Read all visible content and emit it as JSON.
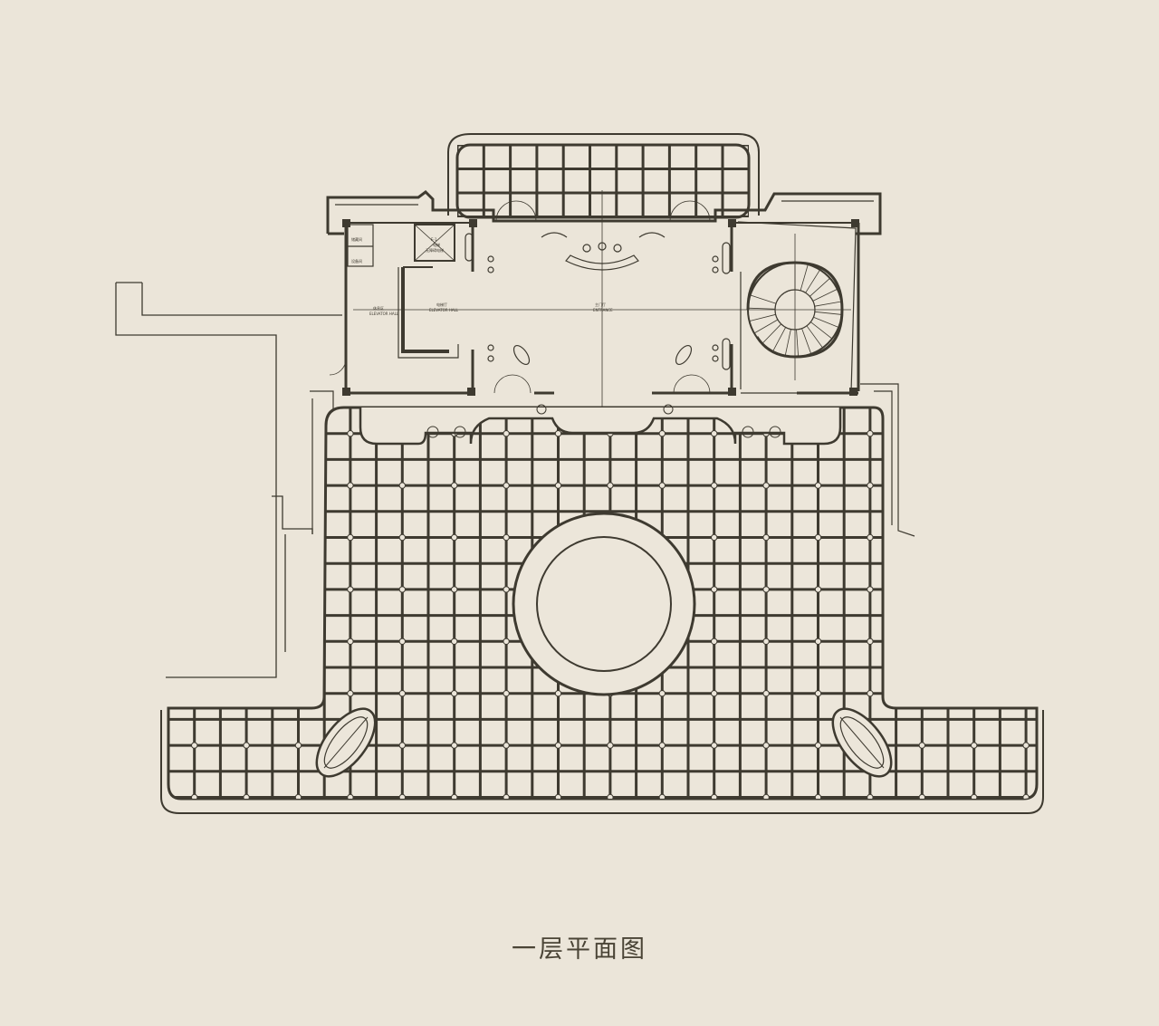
{
  "caption": "一层平面图",
  "colors": {
    "background": "#ebe5d9",
    "line": "#3e3a30",
    "grid_fill": "#ece6da"
  },
  "room_labels": {
    "left_room": "休息区",
    "left_room_sub": "ELEVATOR HALL",
    "stair_room": "电梯厅",
    "stair_room_sub": "ELEVATOR HALL",
    "center_room": "主门厅",
    "center_room_sub": "ENTRANCE",
    "elevator_no": "E-1",
    "elevator_a": "电梯",
    "elevator_b": "无障碍电梯",
    "store_a": "储藏间",
    "store_b": "设备间"
  },
  "icons": [
    "spiral-stair-icon",
    "circular-skylight-icon",
    "oval-skylight-icon"
  ]
}
